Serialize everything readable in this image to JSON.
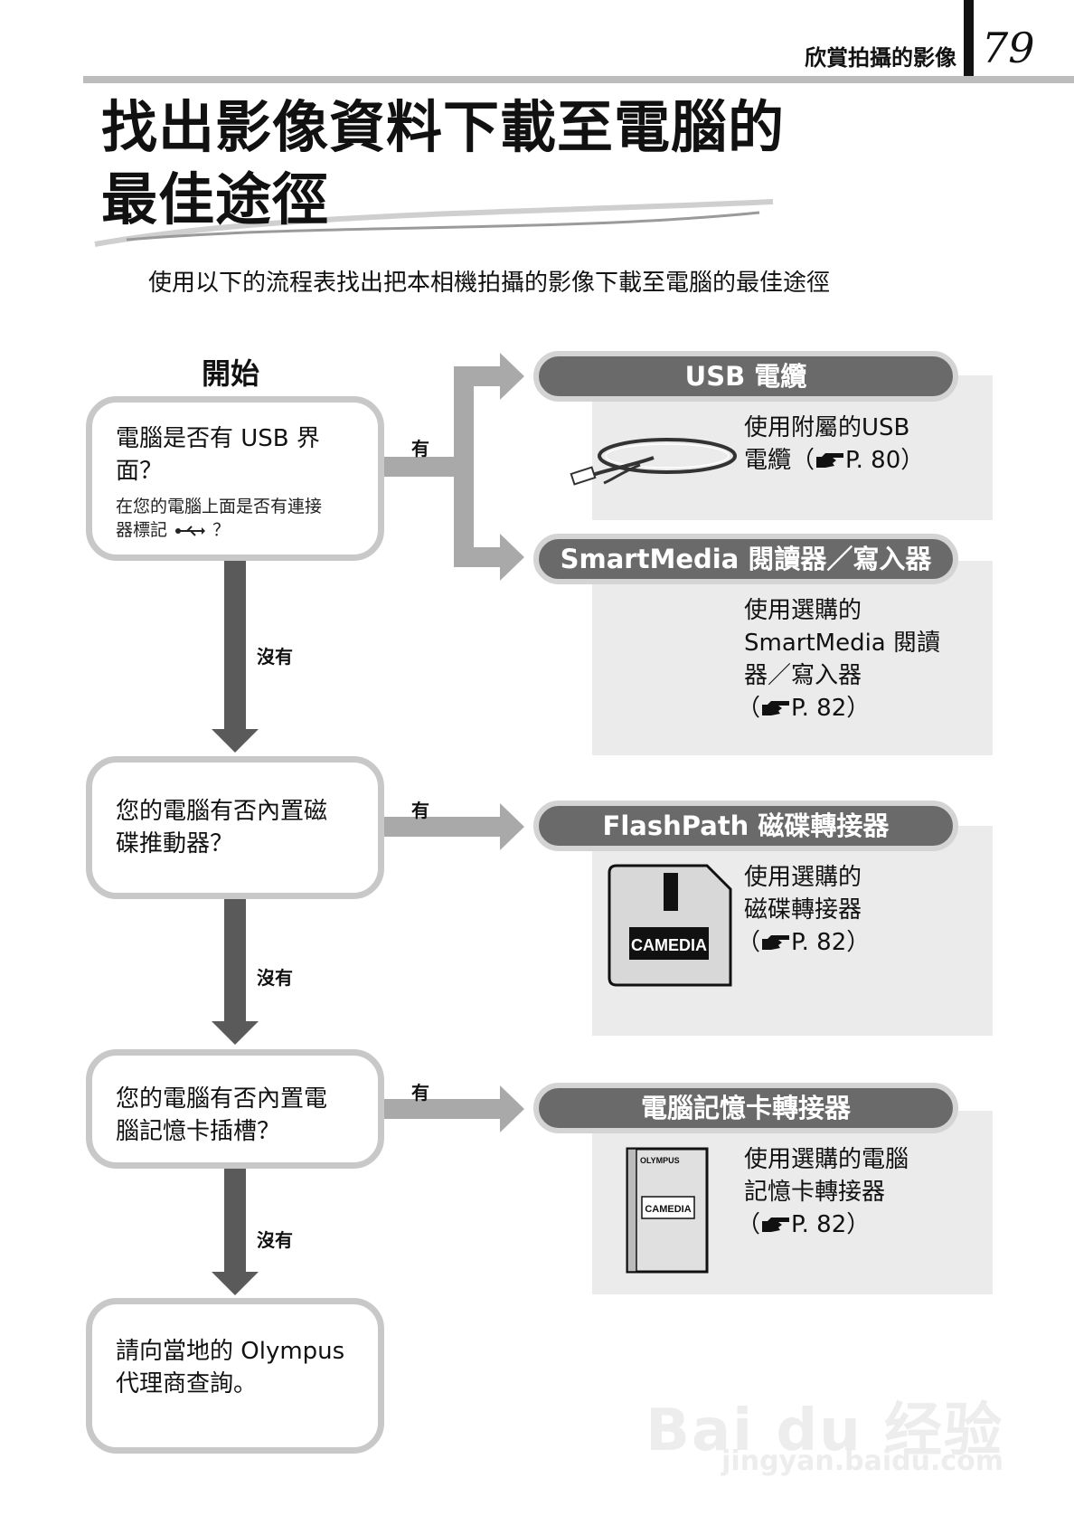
{
  "header": {
    "section": "欣賞拍攝的影像",
    "page_number": "79"
  },
  "title": {
    "line1": "找出影像資料下載至電腦的",
    "line2": "最佳途徑"
  },
  "subtitle": "使用以下的流程表找出把本相機拍攝的影像下載至電腦的最佳途徑",
  "flow": {
    "start_label": "開始",
    "q1": {
      "line1": "電腦是否有 USB 界",
      "line2": "面？",
      "sub1": "在您的電腦上面是否有連接",
      "sub2": "器標記",
      "sub2_end": "？"
    },
    "q2": {
      "line1": "您的電腦有否內置磁",
      "line2": "碟推動器？"
    },
    "q3": {
      "line1": "您的電腦有否內置電",
      "line2": "腦記憶卡插槽？"
    },
    "end": {
      "line1": "請向當地的 Olympus",
      "line2": "代理商查詢。"
    },
    "yes": "有",
    "no": "沒有"
  },
  "options": {
    "usb": {
      "title": "USB 電纜",
      "line1": "使用附屬的USB",
      "line2_prefix": "電纜（",
      "ref": "P. 80",
      "suffix": "）"
    },
    "smartmedia": {
      "title": "SmartMedia 閱讀器／寫入器",
      "line1": "使用選購的",
      "line2": "SmartMedia 閱讀",
      "line3": "器／寫入器",
      "open": "（",
      "ref": "P. 82",
      "close": "）"
    },
    "flashpath": {
      "title": "FlashPath 磁碟轉接器",
      "line1": "使用選購的",
      "line2": "磁碟轉接器",
      "open": "（",
      "ref": "P. 82",
      "close": "）",
      "card_label": "CAMEDIA"
    },
    "pccard": {
      "title": "電腦記憶卡轉接器",
      "line1": "使用選購的電腦",
      "line2": "記憶卡轉接器",
      "open": "（",
      "ref": "P. 82",
      "close": "）",
      "card_brand": "OLYMPUS",
      "card_label": "CAMEDIA"
    }
  },
  "watermark": {
    "brand": "Bai du 经验",
    "url": "jingyan.baidu.com"
  },
  "colors": {
    "arrow_dark": "#5a5a5a",
    "arrow_light": "#a9a9a9",
    "pill": "#6a6a6a",
    "panel": "#ebebeb",
    "box_border": "#c8c8c8"
  }
}
